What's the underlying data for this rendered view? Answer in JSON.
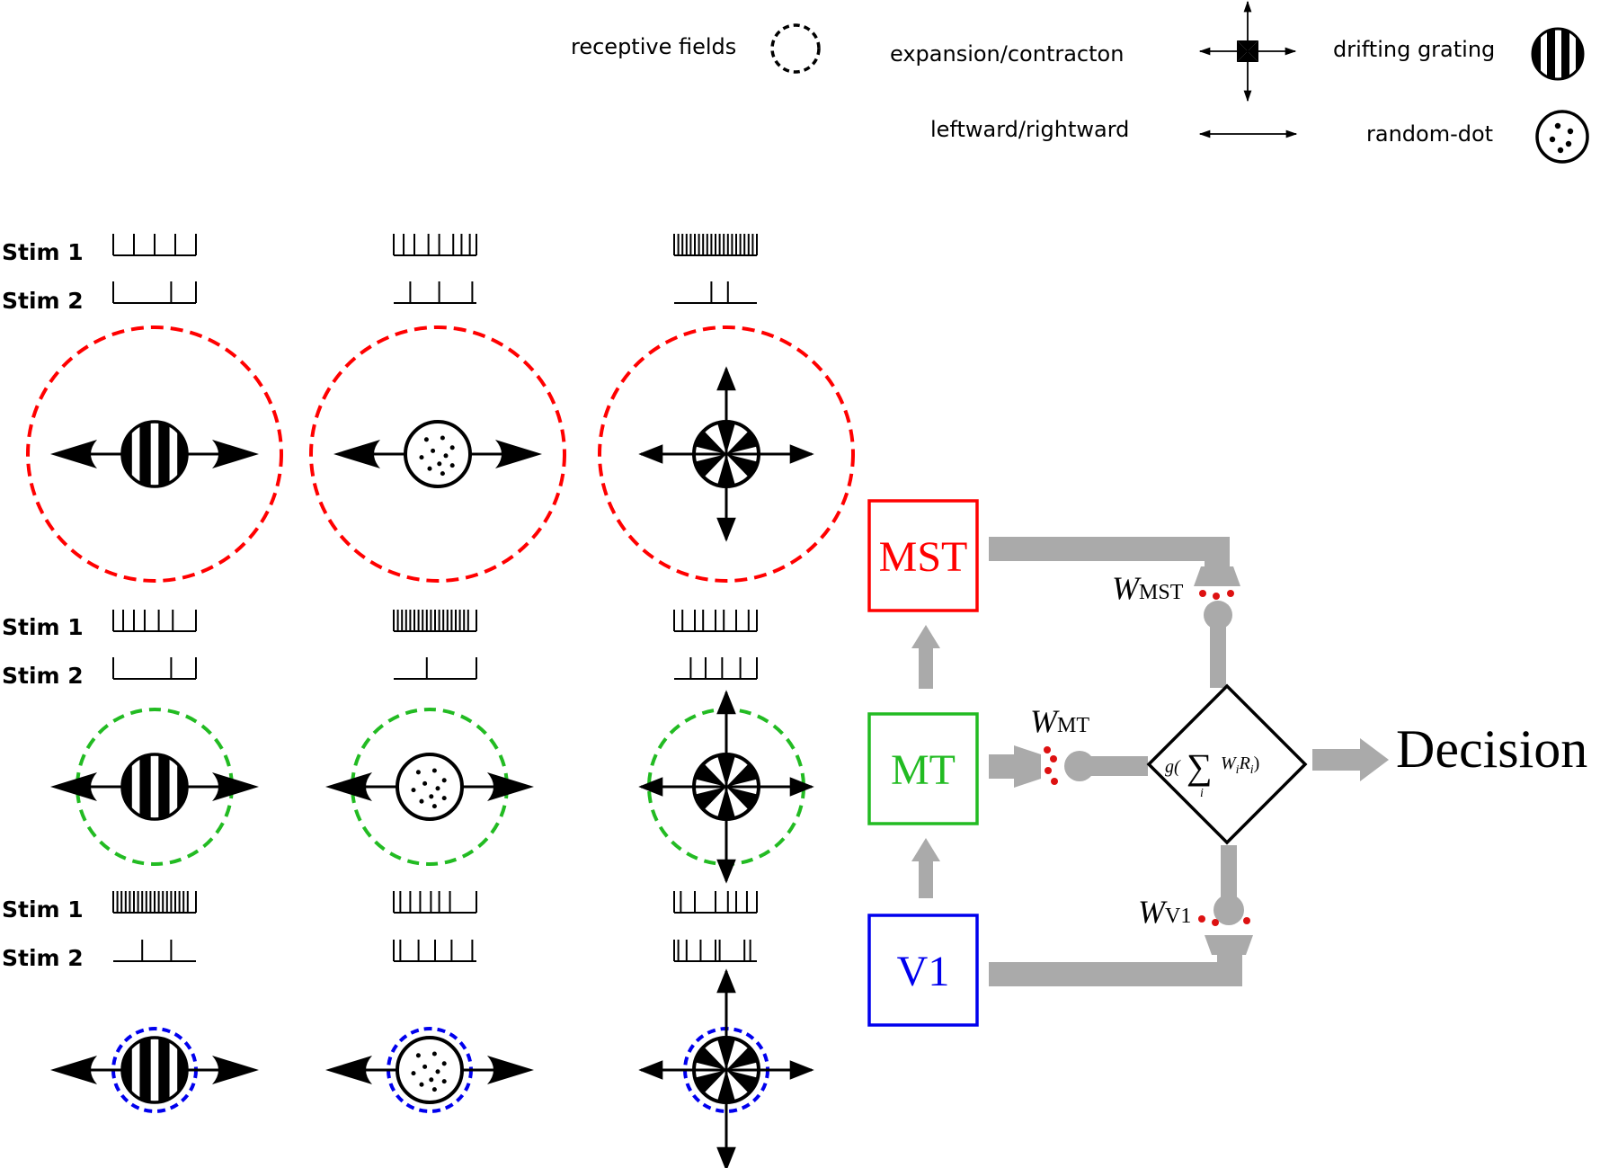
{
  "legend": {
    "receptive_fields": "receptive fields",
    "expansion": "expansion/contracton",
    "drifting": "drifting grating",
    "leftright": "leftward/rightward",
    "random_dot": "random-dot"
  },
  "stim_labels": {
    "stim1": "Stim 1",
    "stim2": "Stim 2"
  },
  "spike_trains": {
    "top": {
      "stim1": [
        [
          0,
          0.25,
          0.5,
          0.75,
          1
        ],
        [
          0,
          0.12,
          0.25,
          0.42,
          0.55,
          0.72,
          0.82,
          0.92,
          1
        ],
        [
          0,
          0.05,
          0.1,
          0.15,
          0.2,
          0.25,
          0.3,
          0.35,
          0.4,
          0.45,
          0.5,
          0.55,
          0.6,
          0.65,
          0.7,
          0.75,
          0.8,
          0.85,
          0.9,
          0.95,
          1
        ]
      ],
      "stim2": [
        [
          0,
          0.7,
          1
        ],
        [
          0.2,
          0.55,
          0.95
        ],
        [
          0.45,
          0.65
        ]
      ]
    },
    "mid": {
      "stim1": [
        [
          0,
          0.12,
          0.25,
          0.38,
          0.55,
          0.72,
          1
        ],
        [
          0,
          0.05,
          0.1,
          0.15,
          0.2,
          0.25,
          0.3,
          0.35,
          0.4,
          0.45,
          0.5,
          0.55,
          0.6,
          0.65,
          0.7,
          0.75,
          0.8,
          0.85,
          0.9,
          1
        ],
        [
          0,
          0.1,
          0.25,
          0.35,
          0.5,
          0.6,
          0.75,
          0.9,
          1
        ]
      ],
      "stim2": [
        [
          0,
          0.7,
          1
        ],
        [
          0.4,
          1
        ],
        [
          0.2,
          0.38,
          0.58,
          0.8,
          1
        ]
      ]
    },
    "bot": {
      "stim1": [
        [
          0,
          0.05,
          0.1,
          0.15,
          0.2,
          0.25,
          0.3,
          0.35,
          0.4,
          0.45,
          0.5,
          0.55,
          0.6,
          0.65,
          0.7,
          0.75,
          0.8,
          0.85,
          0.9,
          1
        ],
        [
          0,
          0.08,
          0.2,
          0.32,
          0.45,
          0.55,
          0.68,
          1
        ],
        [
          0,
          0.08,
          0.25,
          0.5,
          0.65,
          0.75,
          0.88,
          1
        ]
      ],
      "stim2": [
        [
          0.35,
          0.7
        ],
        [
          0,
          0.08,
          0.3,
          0.5,
          0.7,
          0.95
        ],
        [
          0,
          0.05,
          0.15,
          0.32,
          0.5,
          0.55,
          0.85,
          0.92
        ]
      ]
    }
  },
  "areas": {
    "mst": "MST",
    "mt": "MT",
    "v1": "V1"
  },
  "area_colors": {
    "mst": "#ff0000",
    "mt": "#22bb22",
    "v1": "#0000ee"
  },
  "connector_color": "#aaaaaa",
  "synapse_color": "#dd1111",
  "weights": {
    "mst": {
      "w": "W",
      "sub": "MST"
    },
    "mt": {
      "w": "W",
      "sub": "MT"
    },
    "v1": {
      "w": "W",
      "sub": "V1"
    }
  },
  "decision_node": {
    "fn": "g(",
    "sigma": "∑",
    "index": "i",
    "term": "W",
    "term_sub": "i",
    "r": "R",
    "r_sub": "i",
    "close": ")"
  },
  "decision_label": "Decision"
}
